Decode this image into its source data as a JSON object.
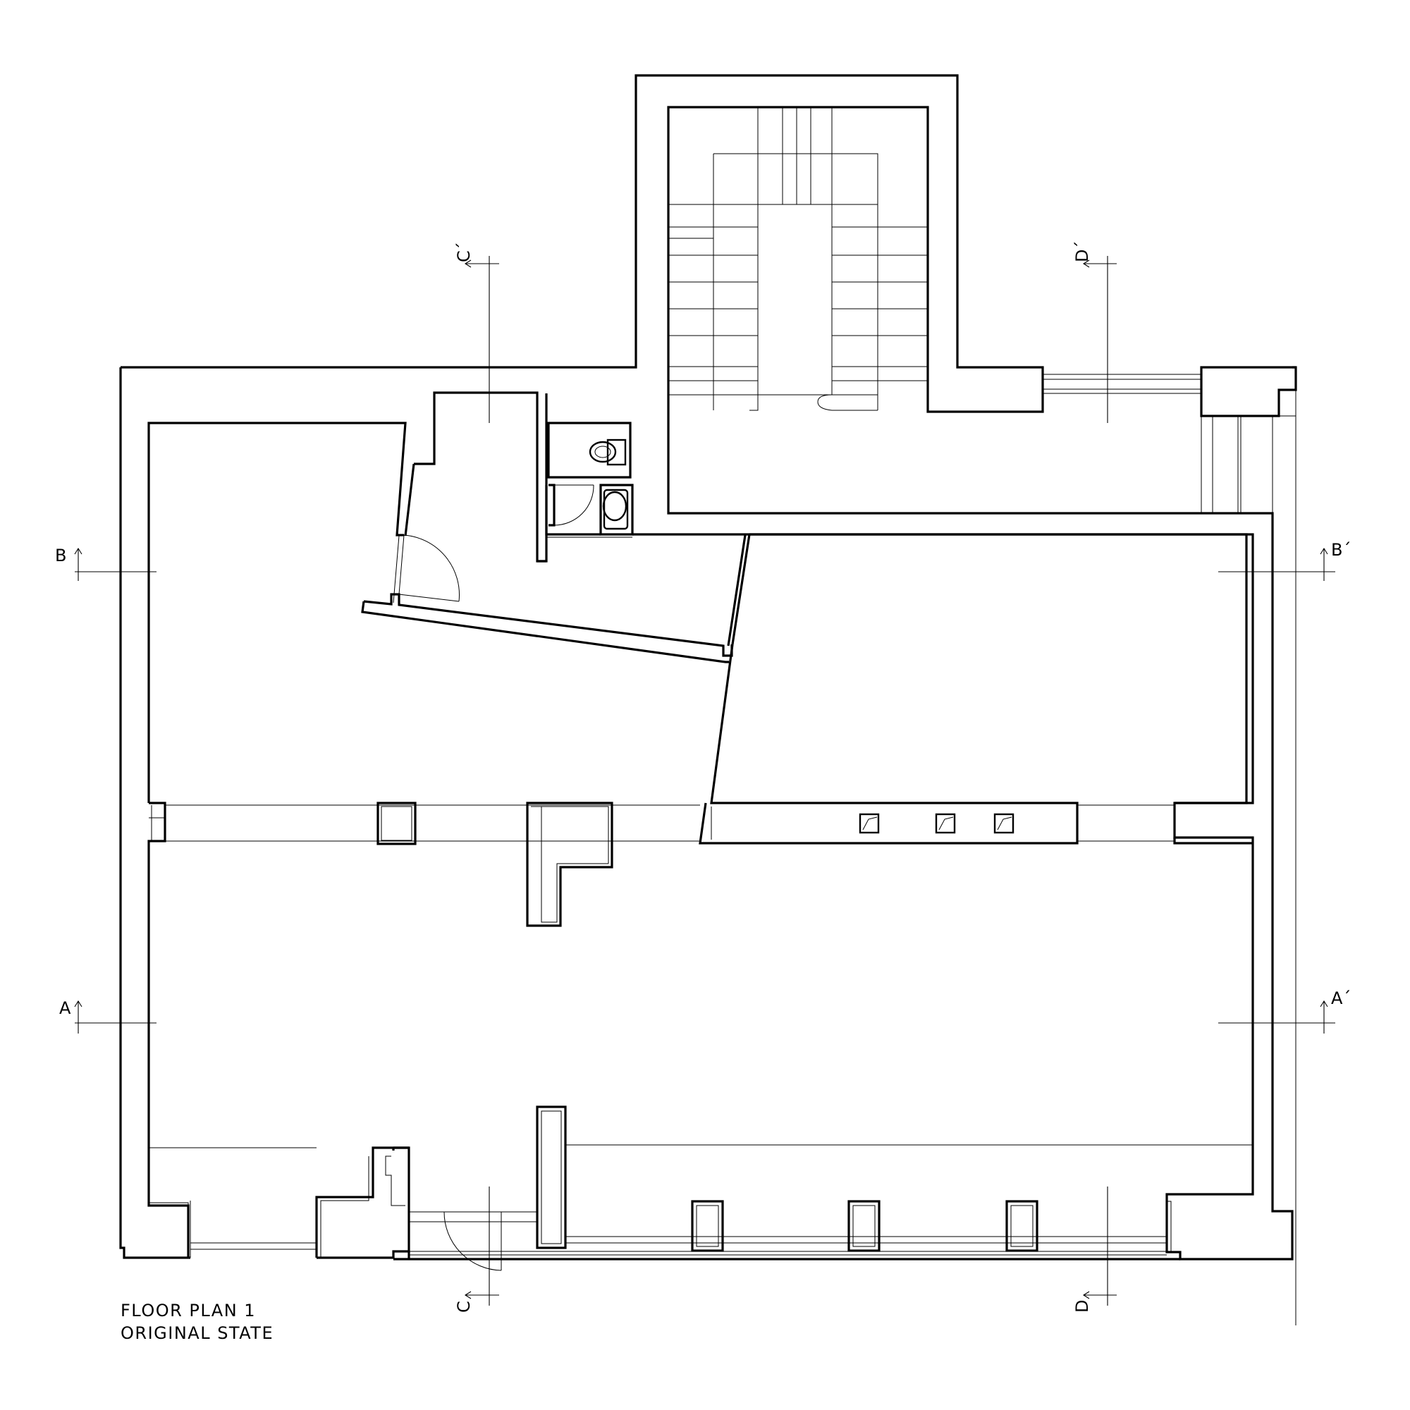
{
  "title": {
    "line1": "FLOOR PLAN 1",
    "line2": "ORIGINAL STATE"
  },
  "section_markers": {
    "A": "A",
    "A_prime": "A´",
    "B": "B",
    "B_prime": "B´",
    "C": "C",
    "C_prime": "C´",
    "D": "D",
    "D_prime": "D´"
  }
}
